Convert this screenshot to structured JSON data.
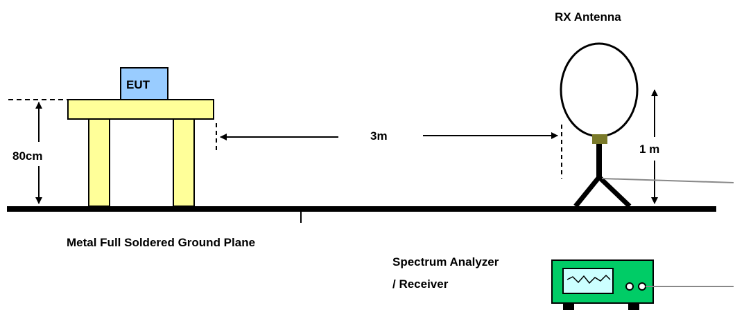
{
  "labels": {
    "eut": "EUT",
    "rx_antenna": "RX Antenna",
    "table_height": "80cm",
    "distance": "3m",
    "antenna_height": "1 m",
    "ground_plane": "Metal Full Soldered Ground Plane",
    "analyzer_line1": "Spectrum Analyzer",
    "analyzer_line2": "/ Receiver"
  },
  "colors": {
    "table": "#ffff99",
    "table_outline": "#000000",
    "eut_box": "#99ccff",
    "antenna_joint": "#7a7a2a",
    "analyzer_body": "#00cc66",
    "analyzer_screen": "#ccffff",
    "cable": "#888888",
    "ground": "#000000"
  }
}
